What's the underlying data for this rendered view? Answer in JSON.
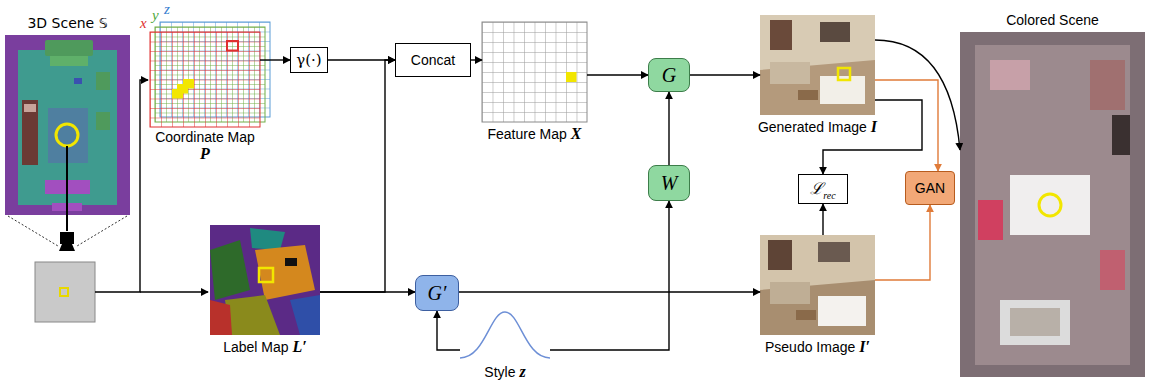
{
  "diagram": {
    "nodes": [
      {
        "text": [
          "3D Scene 𝕊"
        ]
      },
      {
        "text": [
          "Coordinate Map",
          "P"
        ]
      },
      {
        "text": [
          "γ(·)"
        ]
      },
      {
        "text": [
          "Concat"
        ]
      },
      {
        "text": [
          "Feature Map",
          "X"
        ]
      },
      {
        "text": [
          "G"
        ]
      },
      {
        "text": [
          "Generated Image",
          "I"
        ]
      },
      {
        "text": [
          "Colored Scene"
        ]
      },
      {
        "text": [
          "Label Map",
          "L′"
        ]
      },
      {
        "text": [
          "G′"
        ]
      },
      {
        "text": [
          "W"
        ]
      },
      {
        "text": [
          "ℒ",
          "rec"
        ]
      },
      {
        "text": [
          "GAN"
        ]
      },
      {
        "text": [
          "Pseudo Image",
          "I′"
        ]
      },
      {
        "text": [
          "Style",
          "z"
        ]
      }
    ],
    "edges": [
      {
        "from": 1,
        "to": 2,
        "arrow": "to"
      },
      {
        "from": 2,
        "to": 3,
        "arrow": "to"
      },
      {
        "from": 8,
        "to": 3,
        "arrow": "to"
      },
      {
        "from": 3,
        "to": 4,
        "arrow": "to"
      },
      {
        "from": 4,
        "to": 5,
        "arrow": "to"
      },
      {
        "from": 10,
        "to": 5,
        "arrow": "to"
      },
      {
        "from": 5,
        "to": 6,
        "arrow": "to"
      },
      {
        "from": 8,
        "to": 9,
        "arrow": "to"
      },
      {
        "from": 14,
        "to": 9,
        "arrow": "to"
      },
      {
        "from": 14,
        "to": 10,
        "arrow": "to"
      },
      {
        "from": 9,
        "to": 13,
        "arrow": "to"
      },
      {
        "from": 6,
        "to": 11,
        "arrow": "to"
      },
      {
        "from": 6,
        "to": 12,
        "arrow": "to"
      },
      {
        "from": 13,
        "to": 11,
        "arrow": "to"
      },
      {
        "from": 13,
        "to": 12,
        "arrow": "to"
      },
      {
        "from": 6,
        "to": 7,
        "arrow": "to"
      }
    ],
    "labels": [
      "x",
      "y",
      "z"
    ]
  }
}
